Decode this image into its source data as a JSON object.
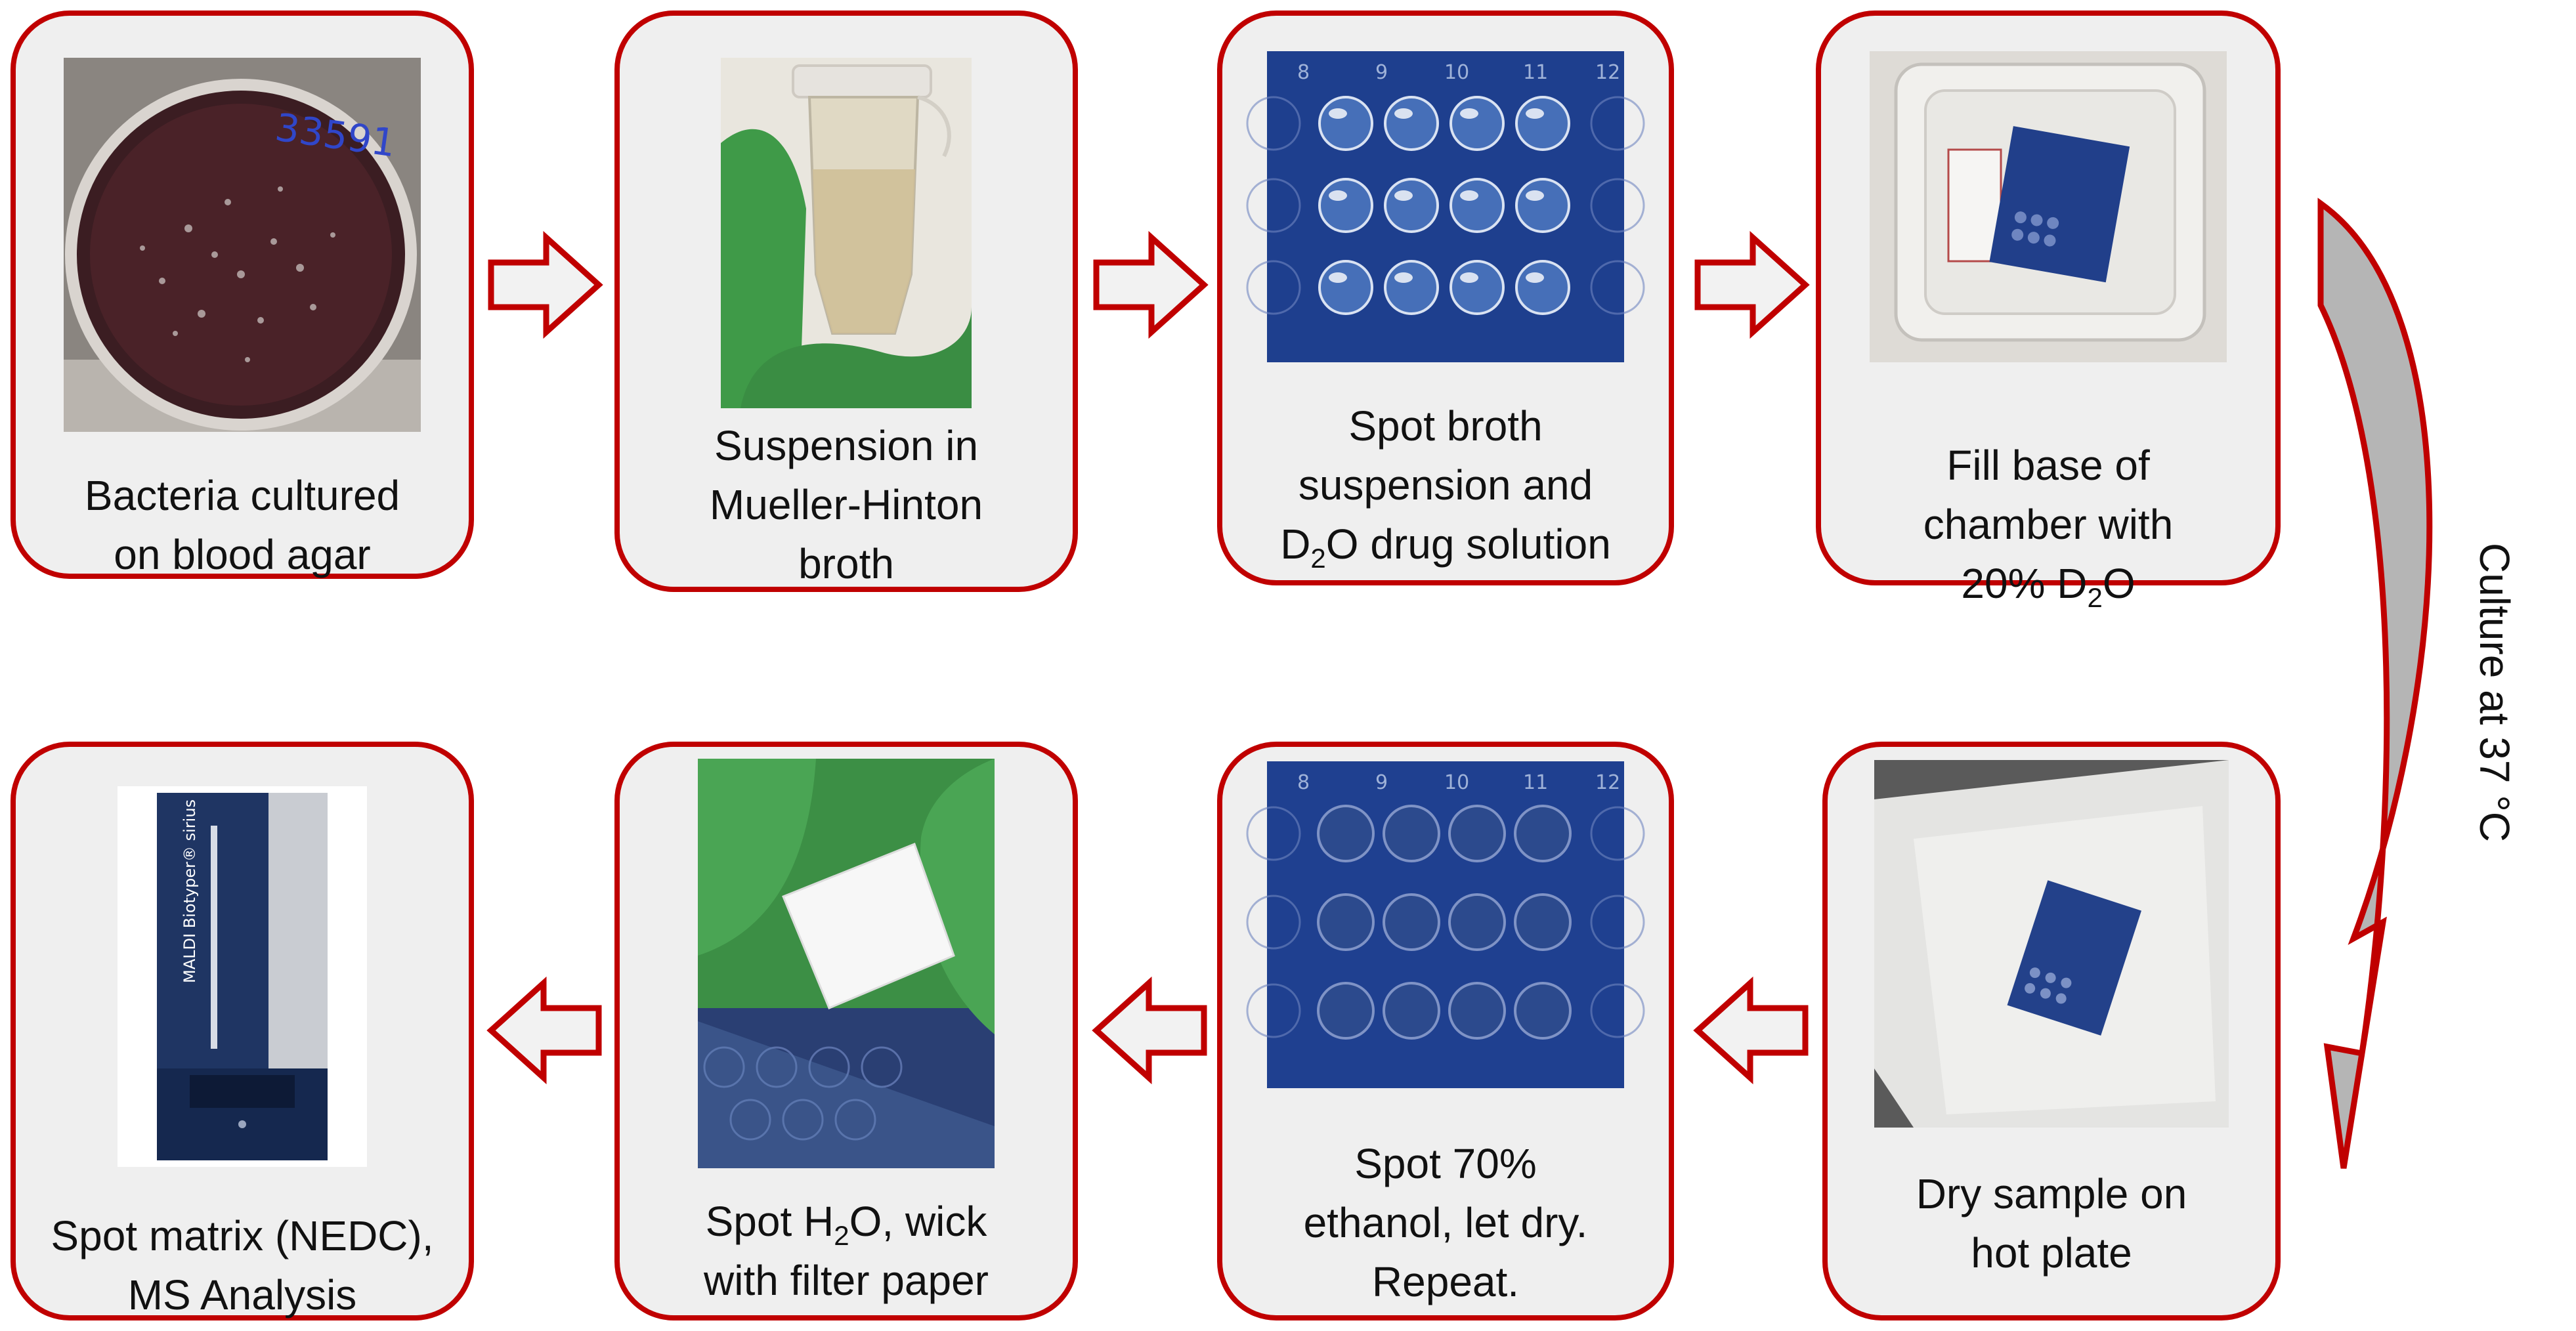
{
  "steps": [
    {
      "id": "culture",
      "lines": [
        "Bacteria cultured",
        "on blood agar"
      ],
      "plate_label": "33591"
    },
    {
      "id": "suspension",
      "lines": [
        "Suspension in",
        "Mueller-Hinton",
        "broth"
      ]
    },
    {
      "id": "spot-broth",
      "lines_html": [
        "Spot broth",
        "suspension and",
        "D<sub>2</sub>O drug solution"
      ],
      "plate_numbers": [
        "8",
        "9",
        "10",
        "11",
        "12"
      ]
    },
    {
      "id": "fill-chamber",
      "lines_html": [
        "Fill base of",
        "chamber with",
        "20% D<sub>2</sub>O"
      ]
    },
    {
      "id": "dry",
      "lines": [
        "Dry sample on",
        "hot plate"
      ]
    },
    {
      "id": "ethanol",
      "lines": [
        "Spot 70%",
        "ethanol, let dry.",
        "Repeat."
      ],
      "plate_numbers": [
        "8",
        "9",
        "10",
        "11",
        "12"
      ]
    },
    {
      "id": "water",
      "lines_html": [
        "Spot H<sub>2</sub>O, wick",
        "with filter paper"
      ]
    },
    {
      "id": "ms",
      "lines": [
        "Spot matrix (NEDC),",
        "MS Analysis"
      ],
      "instrument_label": "MALDI Biotyper® sirius"
    }
  ],
  "cycle_label": "Culture at 37 °C",
  "colors": {
    "border": "#c00000",
    "panel": "#efefef",
    "plate": "#1e3f8e",
    "glove": "#3f9a48",
    "arrow_fill": "#f2f2f2",
    "curve_fill": "#b5b5b5"
  }
}
